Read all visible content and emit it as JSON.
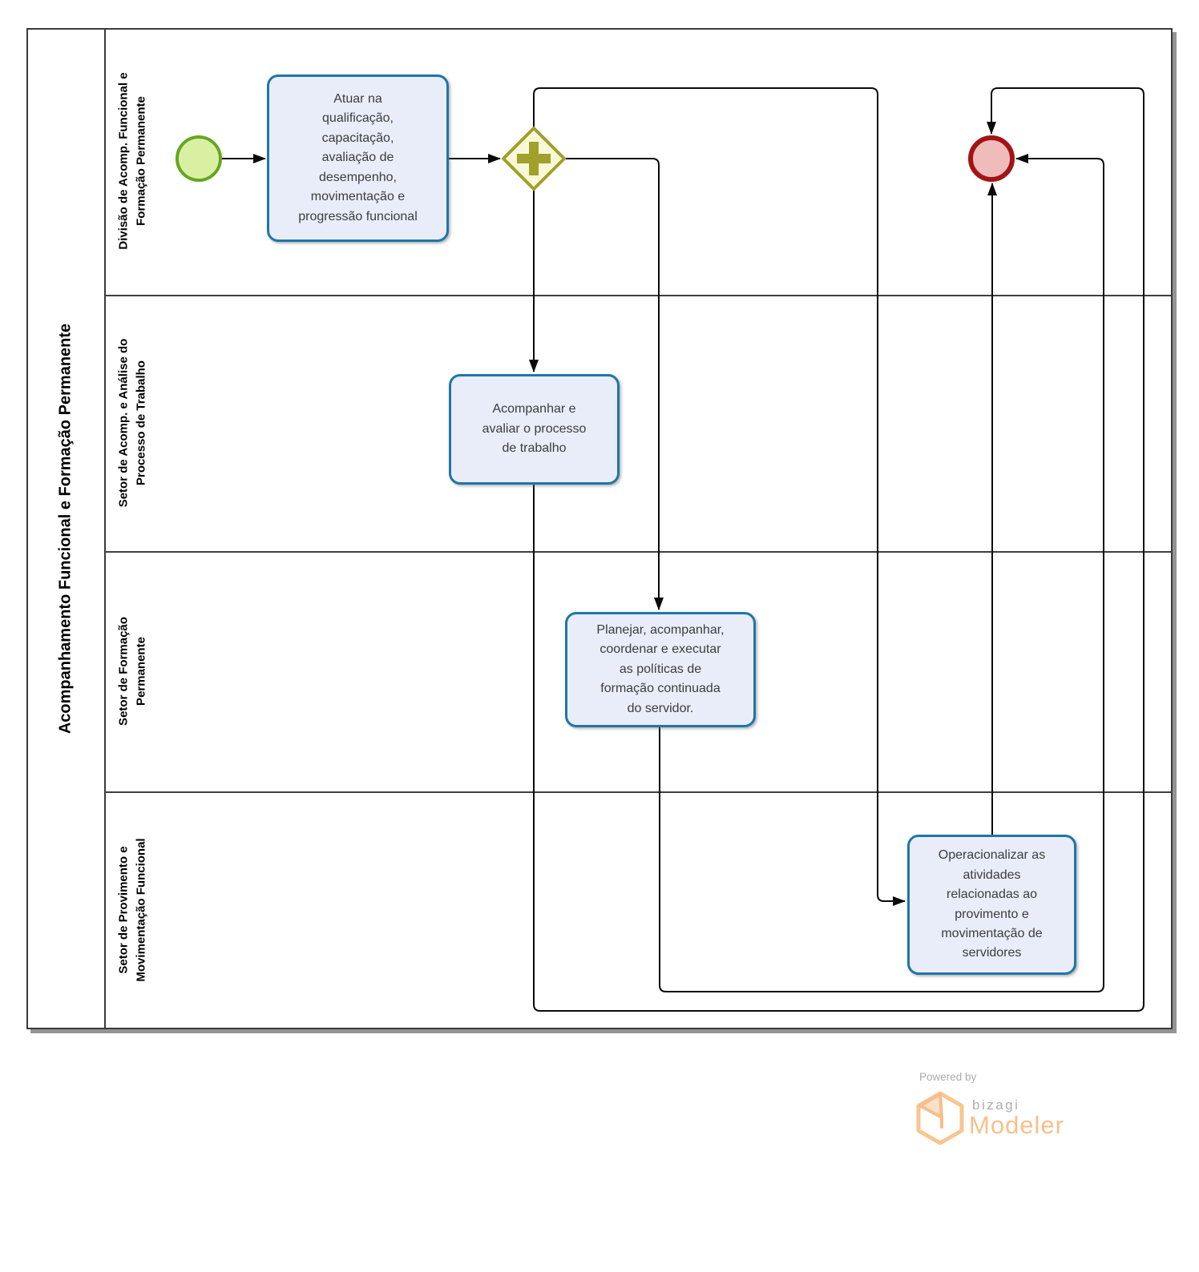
{
  "pool": {
    "title": "Acompanhamento Funcional e Formação Permanente",
    "lanes": [
      {
        "label": "Divisão de Acomp. Funcional e\nFormação Permanente"
      },
      {
        "label": "Setor de Acomp. e Análise do\nProcesso de Trabalho"
      },
      {
        "label": "Setor de Formação\nPermanente"
      },
      {
        "label": "Setor de Provimento e\nMovimentação Funcional"
      }
    ]
  },
  "nodes": {
    "start": {
      "type": "start-event"
    },
    "gateway": {
      "type": "parallel-gateway"
    },
    "end": {
      "type": "end-event"
    },
    "task1": {
      "label": "Atuar na\nqualificação,\ncapacitação,\navaliação de\ndesempenho,\nmovimentação e\nprogressão funcional"
    },
    "task2": {
      "label": "Acompanhar e\navaliar o processo\nde trabalho"
    },
    "task3": {
      "label": "Planejar, acompanhar,\ncoordenar e executar\nas políticas de\nformação continuada\ndo servidor."
    },
    "task4": {
      "label": "Operacionalizar as\natividades\nrelacionadas ao\nprovimento e\nmovimentação de\nservidores"
    }
  },
  "colors": {
    "task_fill": "#E9EDFA",
    "task_border": "#1F76A8",
    "start_fill": "#D9F0A2",
    "start_border": "#66A621",
    "gateway_fill": "#F8F8D8",
    "gateway_border": "#A0A02B",
    "end_fill": "#EFBBBB",
    "end_border": "#A31414",
    "flow_line": "#0A0A0A",
    "brand_orange": "#F8BF8B",
    "brand_gray": "#ADADAD"
  },
  "footer": {
    "powered_by": "Powered by",
    "brand": "bizagi",
    "product": "Modeler"
  }
}
